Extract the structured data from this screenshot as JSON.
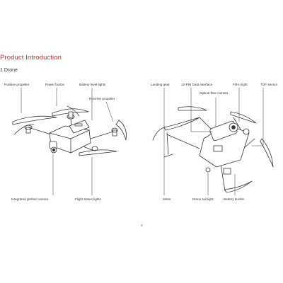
{
  "page": {
    "title": "Product Introduction",
    "section": "1 Drone",
    "page_number": "3"
  },
  "left_drone": {
    "labels": {
      "positive_propeller": "Positive propeller",
      "power_button": "Power button",
      "battery_level_lights": "Battery level lights",
      "reverse_propeller": "Reverse propeller",
      "integrated_gimbal_camera": "Integrated gimbal camera",
      "flight_status_lights": "Flight status lights"
    }
  },
  "right_drone": {
    "labels": {
      "landing_gear": "Landing gear",
      "data_interface": "12-PIN Data interface",
      "fill_in_light": "Fill-in light",
      "tof_sensor": "TOF sensor",
      "optical_flow_camera": "Optical flow camera",
      "motor": "Motor",
      "drone_tail_light": "Drone tail light",
      "battery_buckle": "Battery buckle"
    }
  },
  "colors": {
    "title_red": "#c8322e",
    "line": "#333333"
  }
}
